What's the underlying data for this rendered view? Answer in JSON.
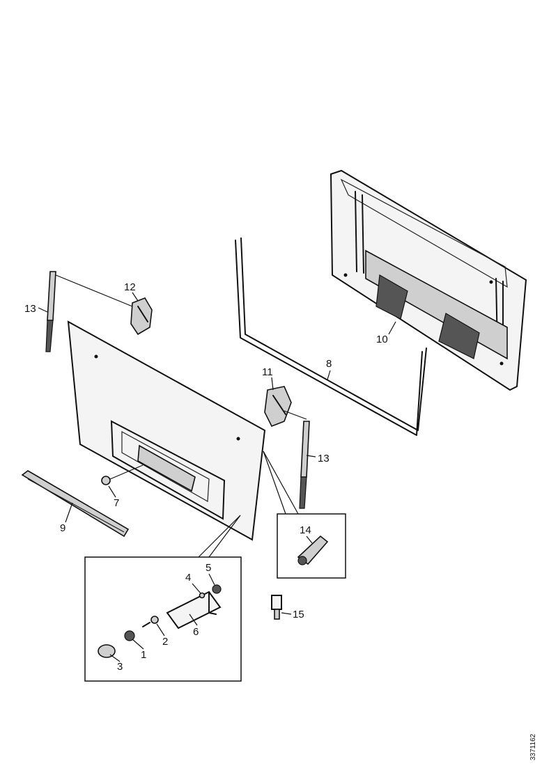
{
  "callouts": {
    "c1": "1",
    "c2": "2",
    "c3": "3",
    "c4": "4",
    "c5": "5",
    "c6": "6",
    "c7": "7",
    "c8": "8",
    "c9": "9",
    "c10": "10",
    "c11": "11",
    "c12": "12",
    "c13_left": "13",
    "c13_right": "13",
    "c14": "14",
    "c15": "15"
  },
  "document_id": "3371162"
}
